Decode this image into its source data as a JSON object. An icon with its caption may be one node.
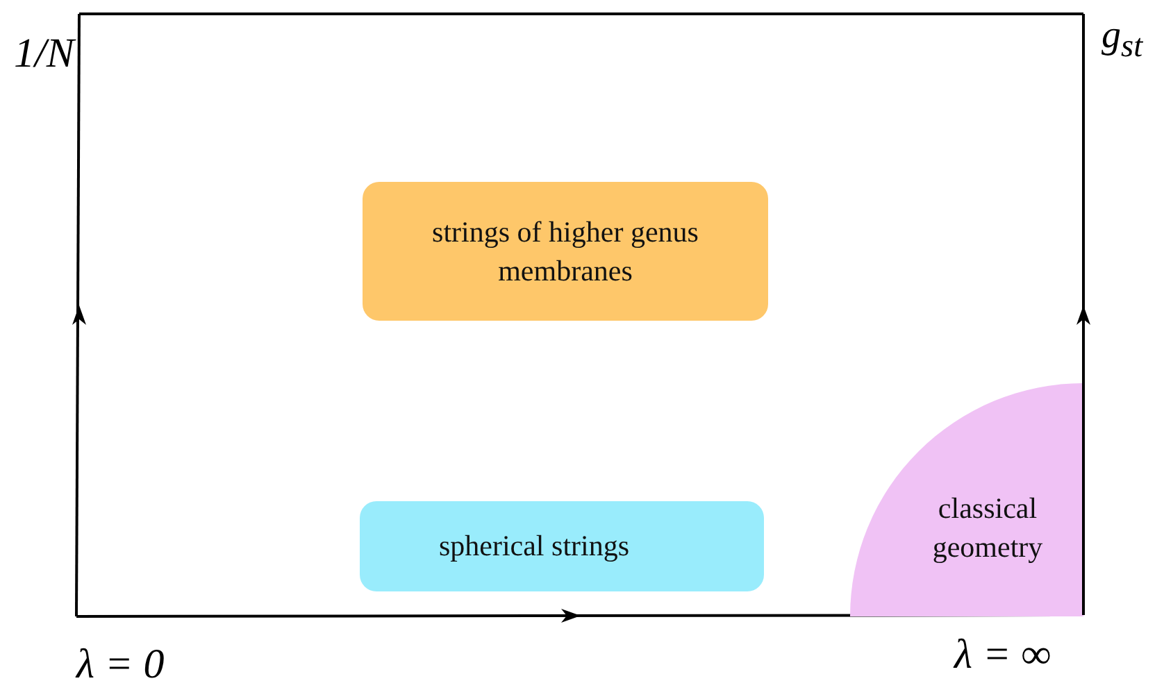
{
  "diagram": {
    "nodes": [
      {
        "text": [
          "strings of higher genus membranes"
        ]
      },
      {
        "text": [
          "spherical strings"
        ]
      },
      {
        "text": [
          "classical geometry"
        ]
      }
    ],
    "labels": [
      "1/N",
      "g$_{st}$",
      "λ = 0",
      "λ = ∞"
    ]
  }
}
